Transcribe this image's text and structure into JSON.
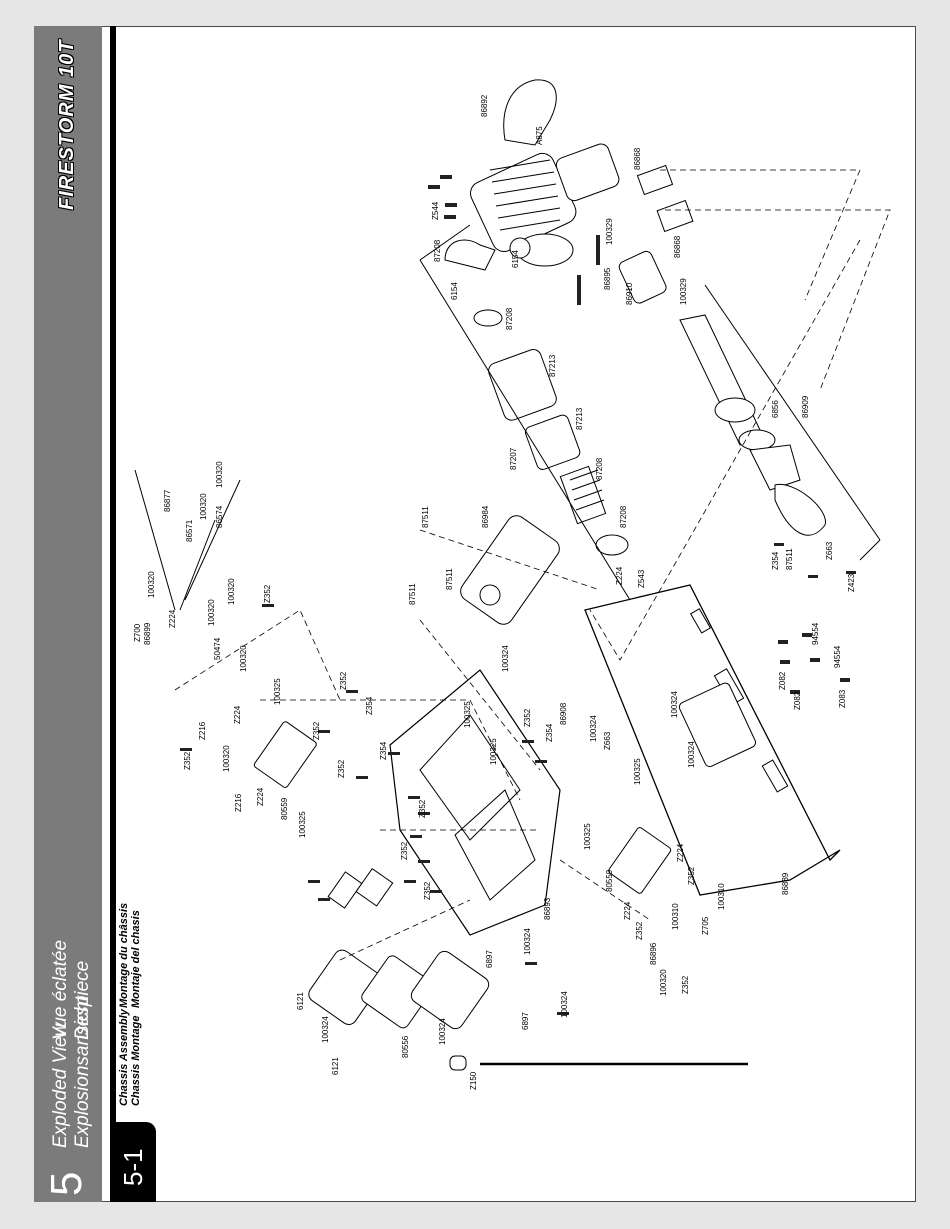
{
  "section": {
    "number": "5",
    "title_lines": [
      "Exploded View",
      "Explosionsansicht"
    ],
    "title_lines_2": [
      "Vue éclatée",
      "Despiece"
    ],
    "logo": "FIRESTORM 10T"
  },
  "subsection": {
    "number": "5-1",
    "title_lines": [
      "Chassis Assembly",
      "Chassis Montage"
    ],
    "title_lines_2": [
      "Montage du châssis",
      "Montaje del chasis"
    ]
  },
  "parts": {
    "p86892": "86892",
    "pA875": "A875",
    "p86868a": "86868",
    "pZ544": "Z544",
    "p100329a": "100329",
    "p86868b": "86868",
    "p87208a": "87208",
    "p6154a": "6154",
    "p86895": "86895",
    "p86910": "86910",
    "p100329b": "100329",
    "p6154b": "6154",
    "p87208b": "87208",
    "p87213a": "87213",
    "p87213b": "87213",
    "p6856": "6856",
    "p86909": "86909",
    "p87207": "87207",
    "p87208c": "87208",
    "p87208d": "87208",
    "p86877": "86877",
    "p100320a": "100320",
    "p86571": "86571",
    "p100320b": "100320",
    "p86574": "86574",
    "pZ700": "Z700",
    "p86899": "86899",
    "p100320c": "100320",
    "pZ224a": "Z224",
    "p100320d": "100320",
    "pZ352a": "Z352",
    "p100320e": "100320",
    "p50474": "50474",
    "p100320f": "100320",
    "p87511a": "87511",
    "p86984": "86984",
    "p87511b": "87511",
    "p87511c": "87511",
    "pZ224b": "Z224",
    "pZ543": "Z543",
    "pZ354a": "Z354",
    "p87511d": "87511",
    "pZ663a": "Z663",
    "pZ423": "Z423",
    "p94554a": "94554",
    "p94554b": "94554",
    "pZ082a": "Z082",
    "pZ082b": "Z082",
    "pZ083": "Z083",
    "p100324a": "100324",
    "p100325a": "100325",
    "pZ352b": "Z352",
    "pZ354b": "Z354",
    "p100325b": "100325",
    "pZ352c": "Z352",
    "pZ354c": "Z354",
    "p86908": "86908",
    "p100324b": "100324",
    "pZ663b": "Z663",
    "p100325c": "100325",
    "p100324c": "100324",
    "p100324d": "100324",
    "p100325d": "100325",
    "pZ352d": "Z352",
    "pZ354d": "Z354",
    "pZ216a": "Z216",
    "pZ224c": "Z224",
    "p100320g": "100320",
    "pZ352e": "Z352",
    "pZ216b": "Z216",
    "pZ224d": "Z224",
    "p80559a": "80559",
    "p100325e": "100325",
    "pZ352f": "Z352",
    "pZ352g": "Z352",
    "p100325f": "100325",
    "p86893": "86893",
    "pZ352h": "Z352",
    "pZ352i": "Z352",
    "p80559b": "80559",
    "pZ224e": "Z224",
    "pZ352j": "Z352",
    "pZ224f": "Z224",
    "pZ352k": "Z352",
    "p100310a": "100310",
    "pZ705": "Z705",
    "p100310b": "100310",
    "p86896": "86896",
    "p100320h": "100320",
    "pZ352l": "Z352",
    "p86889": "86889",
    "p100324e": "100324",
    "p6897a": "6897",
    "p6897b": "6897",
    "p100324f": "100324",
    "p6121a": "6121",
    "p100324g": "100324",
    "p80556": "80556",
    "p100324h": "100324",
    "p6121b": "6121",
    "pZ150": "Z150"
  },
  "colors": {
    "sidebar": "#7b7b7b",
    "background": "#e6e6e6",
    "line": "#000000"
  }
}
